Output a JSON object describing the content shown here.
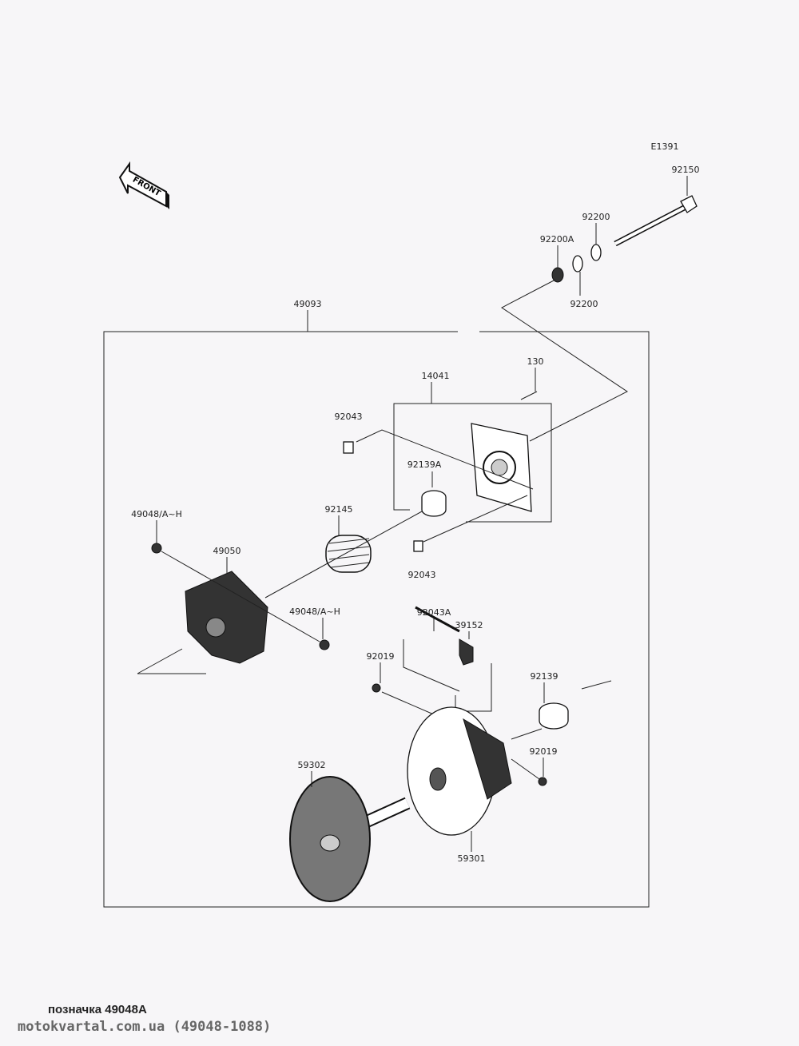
{
  "diagram_code": "E1391",
  "front_label": "FRONT",
  "labels": {
    "p92150": "92150",
    "p92200_top": "92200",
    "p92200A": "92200A",
    "p92200_bottom": "92200",
    "p49093": "49093",
    "p130": "130",
    "p14041": "14041",
    "p92043_top": "92043",
    "p92139A": "92139A",
    "p92145": "92145",
    "p49048_left": "49048/A~H",
    "p49050": "49050",
    "p92043_bottom": "92043",
    "p49048_right": "49048/A~H",
    "p92043A": "92043A",
    "p39152": "39152",
    "p92019_left": "92019",
    "p92139": "92139",
    "p92019_right": "92019",
    "p59302": "59302",
    "p59301": "59301"
  },
  "footer": {
    "caption": "позначка 49048A",
    "site": "motokvartal.com.ua (49048-1088)"
  }
}
